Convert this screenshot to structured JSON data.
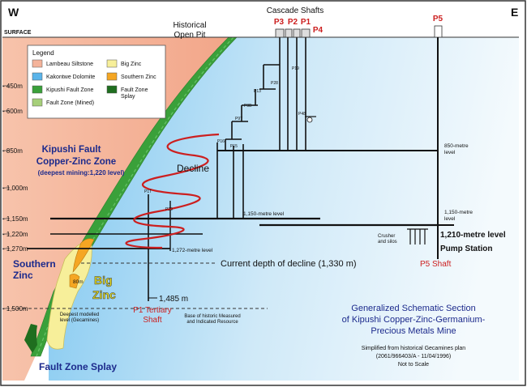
{
  "corners": {
    "west": "W",
    "east": "E"
  },
  "surface_label": "SURFACE",
  "historical_pit": [
    "Historical",
    "Open Pit"
  ],
  "cascade_shafts_label": "Cascade Shafts",
  "shafts": {
    "p3": "P3",
    "p2": "P2",
    "p1": "P1",
    "p4": "P4",
    "p5": "P5"
  },
  "depth_ticks": [
    "- 450m",
    "- 600m",
    "- 850m",
    "- 1,000m",
    "- 1,150m",
    "- 1,220m",
    "- 1,270m",
    "- 1,500m"
  ],
  "legend": {
    "title": "Legend",
    "items": [
      {
        "label": "Lambeau Siltstone",
        "color": "#f4b39a"
      },
      {
        "label": "Big Zinc",
        "color": "#f7ef9a"
      },
      {
        "label": "Kakontwe Dolomite",
        "color": "#5ab4ea"
      },
      {
        "label": "Southern Zinc",
        "color": "#f5a623"
      },
      {
        "label": "Kipushi Fault Zone",
        "color": "#3aa03a"
      },
      {
        "label": "Fault Zone Splay",
        "color": "#1f6e1f"
      },
      {
        "label": "Fault Zone (Mined)",
        "color": "#a6cf7a"
      }
    ]
  },
  "kipushi_zone": [
    "Kipushi Fault",
    "Copper-Zinc Zone",
    "(deepest mining:1,220 level)"
  ],
  "decline_label": "Decline",
  "small_labels": {
    "p19": "P19",
    "p28": "P28",
    "p13": "P13",
    "p9b": "P9B",
    "p48": "P48",
    "p9t": "P9T",
    "p16": "P16",
    "p15": "P15",
    "p1t": "P1T",
    "p29": "P29"
  },
  "levels": {
    "l850": [
      "850-metre",
      "level"
    ],
    "l1150_mid": "1,150-metre level",
    "l1150_right": [
      "1,150-metre",
      "level"
    ],
    "l1210": "1,210-metre level",
    "l1272": "1,272-metre level"
  },
  "crusher": [
    "Crusher",
    "and silos"
  ],
  "pump_station": "Pump Station",
  "p5_shaft": "P5 Shaft",
  "current_decline": "Current depth of decline (1,330 m)",
  "southern_zinc": [
    "Southern",
    "Zinc"
  ],
  "big_zinc": [
    "Big",
    "Zinc"
  ],
  "eighty_m": "80m",
  "depth_1485": "1,485 m",
  "p1_tertiary": [
    "P1 Tertiary",
    "Shaft"
  ],
  "deepest_modelled": [
    "Deepest modelled",
    "level (Gecamines)"
  ],
  "base_resource": [
    "Base of historic Measured",
    "and Indicated Resource"
  ],
  "title": [
    "Generalized Schematic Section",
    "of Kipushi Copper-Zinc-Germanium-",
    "Precious Metals Mine"
  ],
  "simplified": [
    "Simplified from historical Gecamines plan",
    "(2061/966403/A - 11/04/1996)",
    "Not to Scale"
  ],
  "fault_splay_label": "Fault Zone Splay",
  "colors": {
    "siltstone": "#f4b39a",
    "dolomite_light": "#eaf5fc",
    "dolomite_dark": "#5ab4ea",
    "fault": "#3aa03a",
    "red": "#cc1f1f",
    "navy": "#1c2a8c"
  }
}
